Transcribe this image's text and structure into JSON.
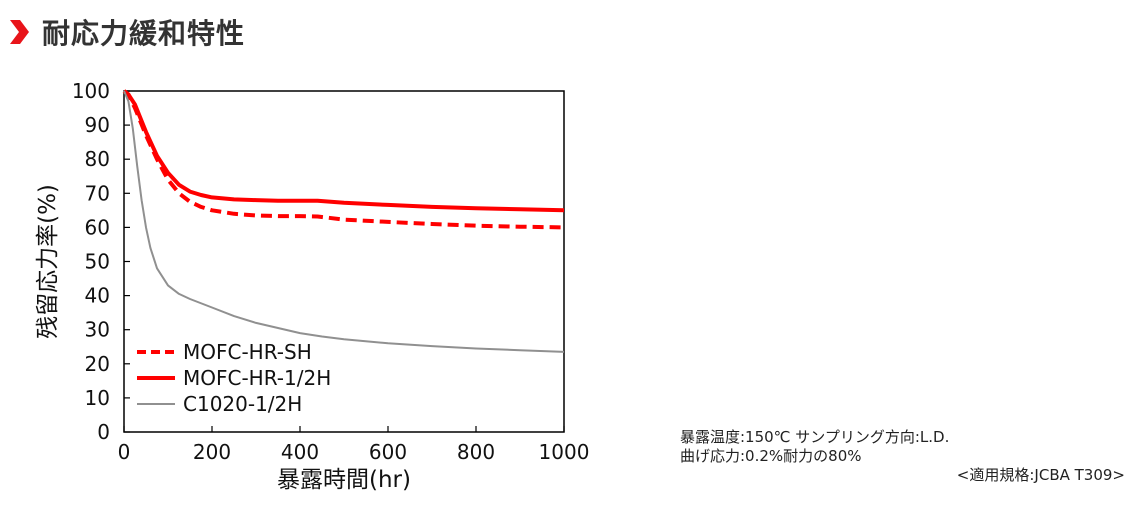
{
  "header": {
    "title": "耐応力緩和特性",
    "arrow_color": "#e8141a"
  },
  "notes": {
    "line1": "暴露温度:150℃ サンプリング方向:L.D.",
    "line2": "曲げ応力:0.2%耐力の80%",
    "line3": "<適用規格:JCBA T309>"
  },
  "chart_data": {
    "type": "line",
    "xlabel": "暴露時間(hr)",
    "ylabel": "残留応力率(%)",
    "xlim": [
      0,
      1000
    ],
    "ylim": [
      0,
      100
    ],
    "xticks": [
      0,
      200,
      400,
      600,
      800,
      1000
    ],
    "yticks": [
      0,
      10,
      20,
      30,
      40,
      50,
      60,
      70,
      80,
      90,
      100
    ],
    "grid": false,
    "legend_position": "bottom-left",
    "series": [
      {
        "name": "MOFC-HR-SH",
        "color": "#ff0000",
        "style": "dashed",
        "x": [
          0,
          10,
          25,
          50,
          75,
          100,
          125,
          150,
          175,
          200,
          250,
          300,
          350,
          400,
          440,
          500,
          600,
          700,
          800,
          900,
          1000
        ],
        "y": [
          100,
          99,
          95,
          87,
          80,
          74,
          70,
          67.5,
          66,
          65,
          64,
          63.5,
          63.3,
          63.3,
          63.2,
          62.3,
          61.6,
          61,
          60.5,
          60.2,
          60
        ]
      },
      {
        "name": "MOFC-HR-1/2H",
        "color": "#ff0000",
        "style": "solid",
        "x": [
          0,
          10,
          25,
          50,
          75,
          100,
          125,
          150,
          175,
          200,
          250,
          300,
          350,
          400,
          440,
          500,
          600,
          700,
          800,
          900,
          1000
        ],
        "y": [
          100,
          99,
          96,
          88,
          81,
          76,
          72.5,
          70.5,
          69.5,
          68.8,
          68.2,
          68,
          67.8,
          67.8,
          67.8,
          67.2,
          66.6,
          66,
          65.6,
          65.3,
          65
        ]
      },
      {
        "name": "C1020-1/2H",
        "color": "#909090",
        "style": "solid",
        "x": [
          0,
          10,
          20,
          30,
          40,
          50,
          60,
          75,
          100,
          125,
          150,
          200,
          250,
          300,
          350,
          400,
          450,
          500,
          600,
          700,
          800,
          900,
          1000
        ],
        "y": [
          100,
          97,
          89,
          78,
          68,
          60,
          54,
          48,
          43,
          40.5,
          39,
          36.5,
          34,
          32,
          30.5,
          29,
          28,
          27.2,
          26,
          25.2,
          24.5,
          24,
          23.5
        ]
      }
    ]
  }
}
